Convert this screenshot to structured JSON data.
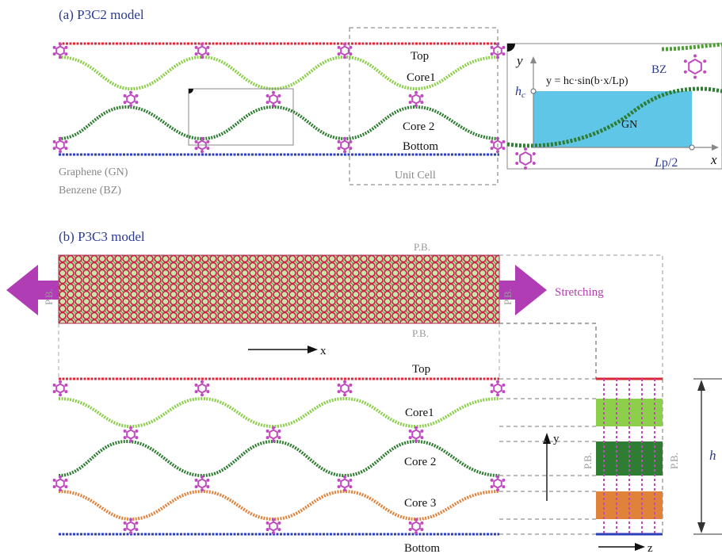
{
  "panel_a": {
    "title": "(a) P3C2 model",
    "layers": {
      "top": "Top",
      "core1": "Core1",
      "core2": "Core 2",
      "bottom": "Bottom"
    },
    "legend_gn": "Graphene (GN)",
    "legend_bz": "Benzene (BZ)",
    "unit_cell": "Unit Cell",
    "inset": {
      "y_axis": "y",
      "x_axis": "x",
      "hc_label": "h",
      "hc_sub": "c",
      "lp_label": "L",
      "lp_suffix": "p/2",
      "equation": "y = hc·sin(b·x/Lp)",
      "bz": "BZ",
      "gn": "GN"
    }
  },
  "panel_b": {
    "title": "(b) P3C3 model",
    "pb": "P.B.",
    "stretching": "Stretching",
    "x_arrow": "x",
    "y_arrow": "y",
    "z_arrow": "z",
    "h": "h",
    "layers": {
      "top": "Top",
      "core1": "Core1",
      "core2": "Core 2",
      "core3": "Core 3",
      "bottom": "Bottom"
    }
  },
  "colors": {
    "top": "#d9283a",
    "bottom": "#2d3fb8",
    "core1": "#8ccf4a",
    "core2": "#2f7d32",
    "core3": "#e1823a",
    "benzene": "#c04bc0",
    "accent": "#7aa7d6",
    "inset_fill": "#5fc6e8"
  }
}
